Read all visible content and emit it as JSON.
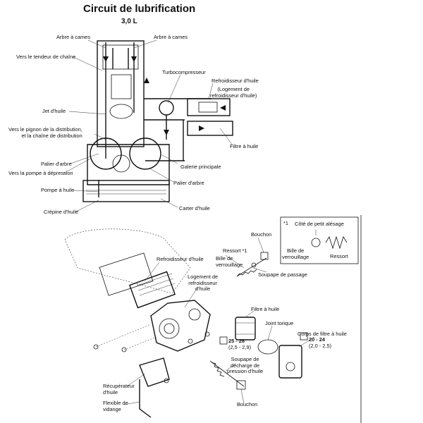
{
  "title": "Circuit de lubrification",
  "subtitle": "3,0 L",
  "top_labels": {
    "camshaft_left": "Arbre à cames",
    "camshaft_right": "Arbre à cames",
    "chain_tensioner": "Vers le tendeur de chaîne",
    "turbo": "Turbocompresseur",
    "oil_cooler": "Refroidisseur d'huile",
    "cooler_housing": "(Logement de\nrefroidisseur d'huile)",
    "oil_jet": "Jet d'huile",
    "timing_gear": "Vers le pignon de la distribution,\net la chaîne de distribution",
    "oil_filter": "Filtre à huile",
    "shaft_bearing_left": "Palier d'arbre",
    "vacuum_pump": "Vers la pompe à dépression",
    "main_gallery": "Galerie principale",
    "shaft_bearing_right": "Palier d'arbre",
    "oil_pump": "Pompe à huile",
    "oil_strainer": "Crépine d'huile",
    "oil_pan": "Carter d'huile"
  },
  "bottom_labels": {
    "note_marker": "*1",
    "small_bore_side": "Côté de petit alésage",
    "locking_ball_detail": "Bille de\nverrouillage",
    "spring_detail": "Ressort",
    "plug_top": "Bouchon",
    "spring_ref": "Ressort *1",
    "locking_ball": "Bille de\nverrouillage",
    "bypass_valve": "Soupape de passage",
    "oil_cooler": "Refroidisseur d'huile",
    "cooler_housing": "Logement de\nrefroidisseur\nd'huile",
    "oil_filter": "Filtre à huile",
    "o_ring": "Joint torique",
    "filter_body": "Corps de filtre à huile",
    "torque_1_value": "25 - 28",
    "torque_1_alt": "(2,5 - 2,9)",
    "torque_2_value": "20 - 24",
    "torque_2_alt": "(2,0 - 2,5)",
    "relief_valve": "Soupape de\ndécharge de\npression d'huile",
    "oil_collector": "Récupérateur\nd'huile",
    "drain_hose": "Flexible de\nvidange",
    "plug_bottom": "Bouchon"
  }
}
